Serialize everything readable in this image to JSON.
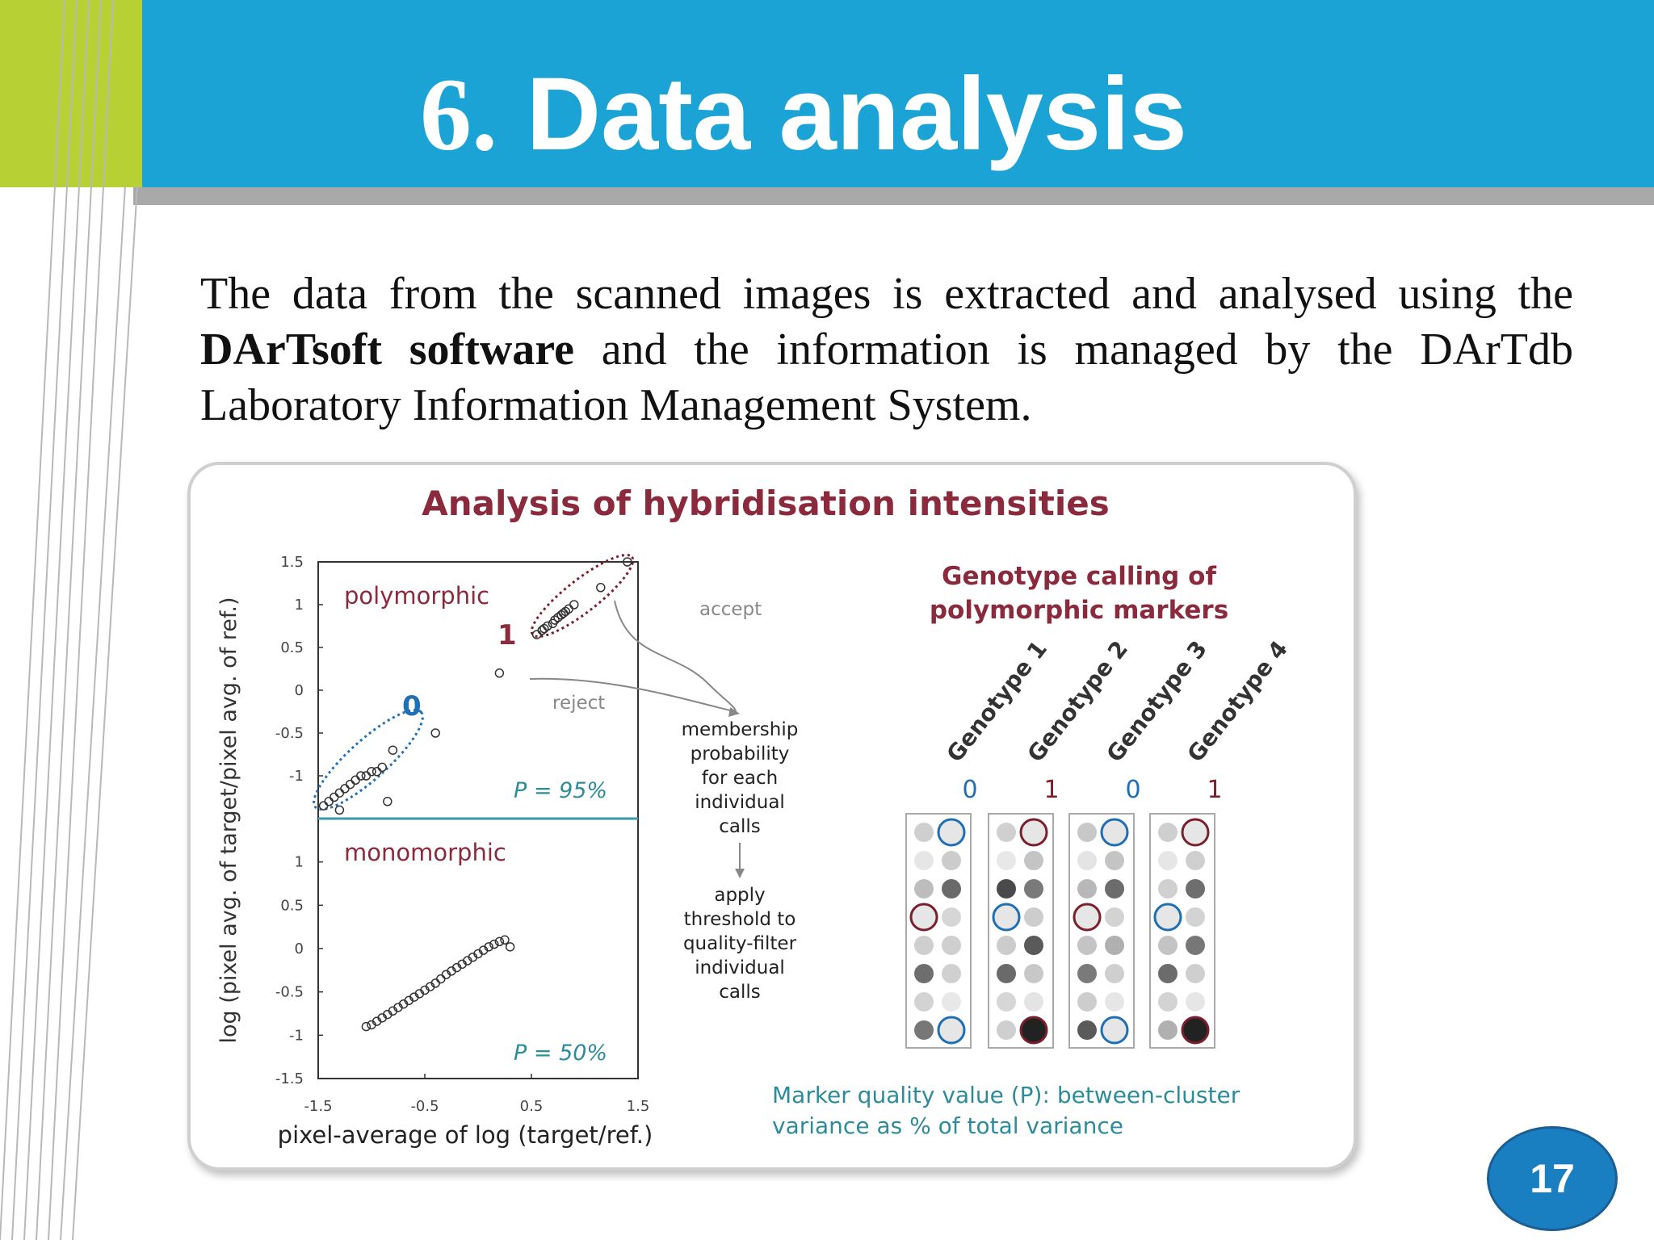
{
  "slide": {
    "title_number": "6.",
    "title_text": "Data analysis",
    "body_part1": "The data from the scanned images is extracted and analysed using the ",
    "body_bold": "DArTsoft software",
    "body_part2": " and the information is managed by the DArTdb Laboratory Information Management System.",
    "page_number": "17"
  },
  "figure": {
    "title": "Analysis of hybridisation intensities",
    "y_axis_label": "log (pixel avg. of target/pixel avg. of ref.)",
    "x_axis_label": "pixel-average of log (target/ref.)",
    "polymorphic_label": "polymorphic",
    "monomorphic_label": "monomorphic",
    "cluster_1_label": "1",
    "cluster_0_label": "0",
    "p_poly": "P = 95%",
    "p_mono": "P = 50%",
    "accept_label": "accept",
    "reject_label": "reject",
    "membership_lines": [
      "membership",
      "probability",
      "for each",
      "individual",
      "calls"
    ],
    "apply_lines": [
      "apply",
      "threshold to",
      "quality-filter",
      "individual",
      "calls"
    ],
    "genotype_heading_lines": [
      "Genotype calling of",
      "polymorphic markers"
    ],
    "genotypes": [
      "Genotype 1",
      "Genotype 2",
      "Genotype 3",
      "Genotype 4"
    ],
    "genotype_calls": [
      "0",
      "1",
      "0",
      "1"
    ],
    "caption_lines": [
      "Marker quality value (P): between-cluster",
      "variance as % of total variance"
    ],
    "title_color": "#8b2a3c",
    "cluster0_color": "#1f6fb5",
    "cluster1_color": "#7a1f2b",
    "caption_color": "#2d8c9a"
  },
  "chart_data": [
    {
      "type": "scatter",
      "panel": "polymorphic",
      "ylim": [
        -1.5,
        1.5
      ],
      "yticks": [
        "1.5",
        "1",
        "0.5",
        "0",
        "-0.5",
        "-1"
      ],
      "series": [
        {
          "name": "1",
          "x": [
            0.55,
            0.6,
            0.62,
            0.65,
            0.7,
            0.72,
            0.75,
            0.78,
            0.8,
            0.82,
            0.85,
            0.9,
            1.15,
            1.4
          ],
          "y": [
            0.65,
            0.7,
            0.72,
            0.75,
            0.78,
            0.82,
            0.85,
            0.88,
            0.9,
            0.92,
            0.95,
            1.0,
            1.2,
            1.5
          ]
        },
        {
          "name": "0",
          "x": [
            -1.45,
            -1.4,
            -1.35,
            -1.3,
            -1.25,
            -1.2,
            -1.15,
            -1.1,
            -1.05,
            -1.0,
            -0.95,
            -0.9,
            -1.3,
            -0.85,
            -0.8,
            -0.4
          ],
          "y": [
            -1.35,
            -1.3,
            -1.25,
            -1.2,
            -1.15,
            -1.1,
            -1.05,
            -1.0,
            -1.0,
            -0.95,
            -0.95,
            -0.9,
            -1.4,
            -1.3,
            -0.7,
            -0.5
          ]
        },
        {
          "x": [
            0.2
          ],
          "y": [
            0.2
          ]
        }
      ]
    },
    {
      "type": "scatter",
      "panel": "monomorphic",
      "xlim": [
        -1.5,
        1.5
      ],
      "ylim": [
        -1.5,
        1.5
      ],
      "xticks": [
        "-1.5",
        "-0.5",
        "0.5",
        "1.5"
      ],
      "yticks": [
        "1",
        "0.5",
        "0",
        "-0.5",
        "-1",
        "-1.5"
      ],
      "series": [
        {
          "x": [
            -1.05,
            -1.0,
            -0.95,
            -0.9,
            -0.85,
            -0.8,
            -0.75,
            -0.7,
            -0.65,
            -0.6,
            -0.55,
            -0.5,
            -0.45,
            -0.4,
            -0.35,
            -0.3,
            -0.25,
            -0.2,
            -0.15,
            -0.1,
            -0.05,
            0.0,
            0.05,
            0.1,
            0.15,
            0.2,
            0.25,
            0.3
          ],
          "y": [
            -0.9,
            -0.88,
            -0.84,
            -0.8,
            -0.76,
            -0.72,
            -0.68,
            -0.64,
            -0.6,
            -0.56,
            -0.52,
            -0.48,
            -0.44,
            -0.4,
            -0.35,
            -0.3,
            -0.26,
            -0.22,
            -0.18,
            -0.14,
            -0.1,
            -0.06,
            -0.02,
            0.02,
            0.05,
            0.08,
            0.1,
            0.02
          ]
        }
      ]
    }
  ]
}
